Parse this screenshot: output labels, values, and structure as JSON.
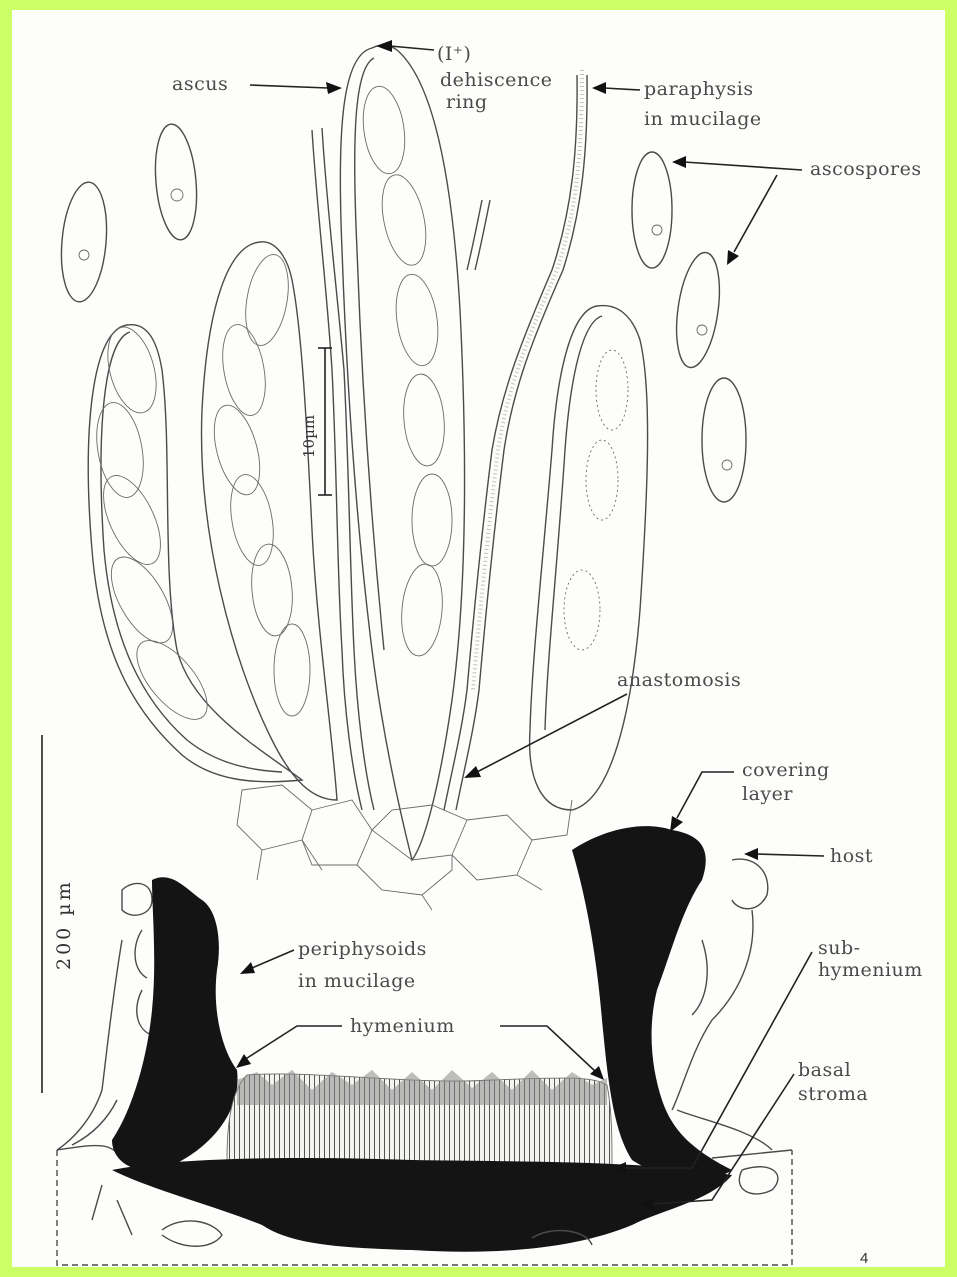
{
  "figure": {
    "labels": {
      "ascus": "ascus",
      "dehiscence_ring_a": "(I⁺)",
      "dehiscence_ring_b": "dehiscence",
      "dehiscence_ring_c": "ring",
      "paraphysis_a": "paraphysis",
      "paraphysis_b": "in mucilage",
      "ascospores": "ascospores",
      "anastomosis": "anastomosis",
      "covering_a": "covering",
      "covering_b": "layer",
      "host": "host",
      "periphysoids_a": "periphysoids",
      "periphysoids_b": "in mucilage",
      "hymenium": "hymenium",
      "subhymenium_a": "sub-",
      "subhymenium_b": "hymenium",
      "basal_a": "basal",
      "basal_b": "stroma"
    },
    "scale_bar_small": "10µm",
    "scale_bar_large": "200 µm",
    "page_number": "4"
  }
}
